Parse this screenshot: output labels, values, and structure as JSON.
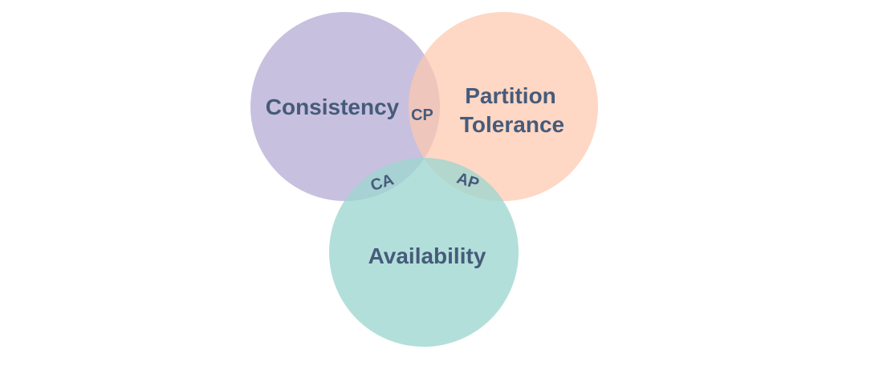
{
  "colors": {
    "consistency": "#b8aed6",
    "partition_tolerance": "#fdc7ae",
    "availability": "#9dd6cf",
    "label": "#465b7a"
  },
  "circles": {
    "consistency": {
      "label": "Consistency"
    },
    "partition_tolerance": {
      "label_line1": "Partition",
      "label_line2": "Tolerance"
    },
    "availability": {
      "label": "Availability"
    }
  },
  "intersections": {
    "cp": "CP",
    "ca": "CA",
    "ap": "AP"
  }
}
